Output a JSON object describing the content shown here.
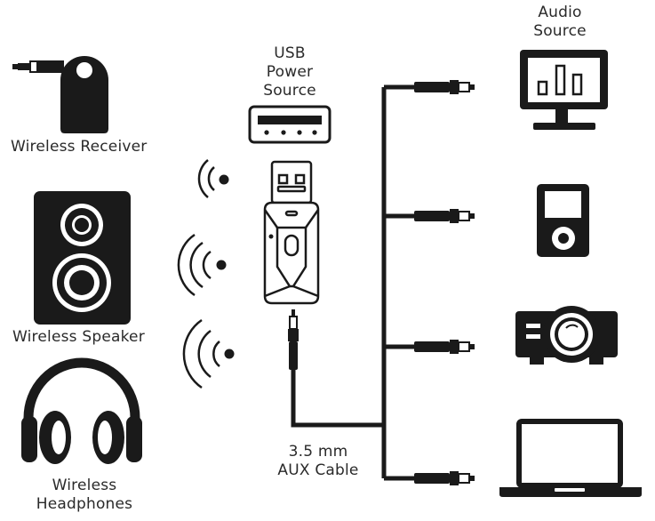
{
  "labels": {
    "wireless_receiver": "Wireless Receiver",
    "wireless_speaker": "Wireless Speaker",
    "wireless_headphones_line1": "Wireless",
    "wireless_headphones_line2": "Headphones",
    "usb_power_line1": "USB",
    "usb_power_line2": "Power",
    "usb_power_line3": "Source",
    "audio_source_line1": "Audio",
    "audio_source_line2": "Source",
    "aux_cable_line1": "3.5 mm",
    "aux_cable_line2": "AUX Cable"
  },
  "colors": {
    "ink": "#1a1a1a",
    "background": "#ffffff",
    "text": "#2a2a2a"
  },
  "icons": [
    "wireless-receiver-icon",
    "speaker-icon",
    "headphones-icon",
    "usb-port-icon",
    "bluetooth-adapter-icon",
    "wifi-signal-icon",
    "monitor-icon",
    "mp3-player-icon",
    "projector-icon",
    "laptop-icon",
    "aux-plug-icon"
  ]
}
